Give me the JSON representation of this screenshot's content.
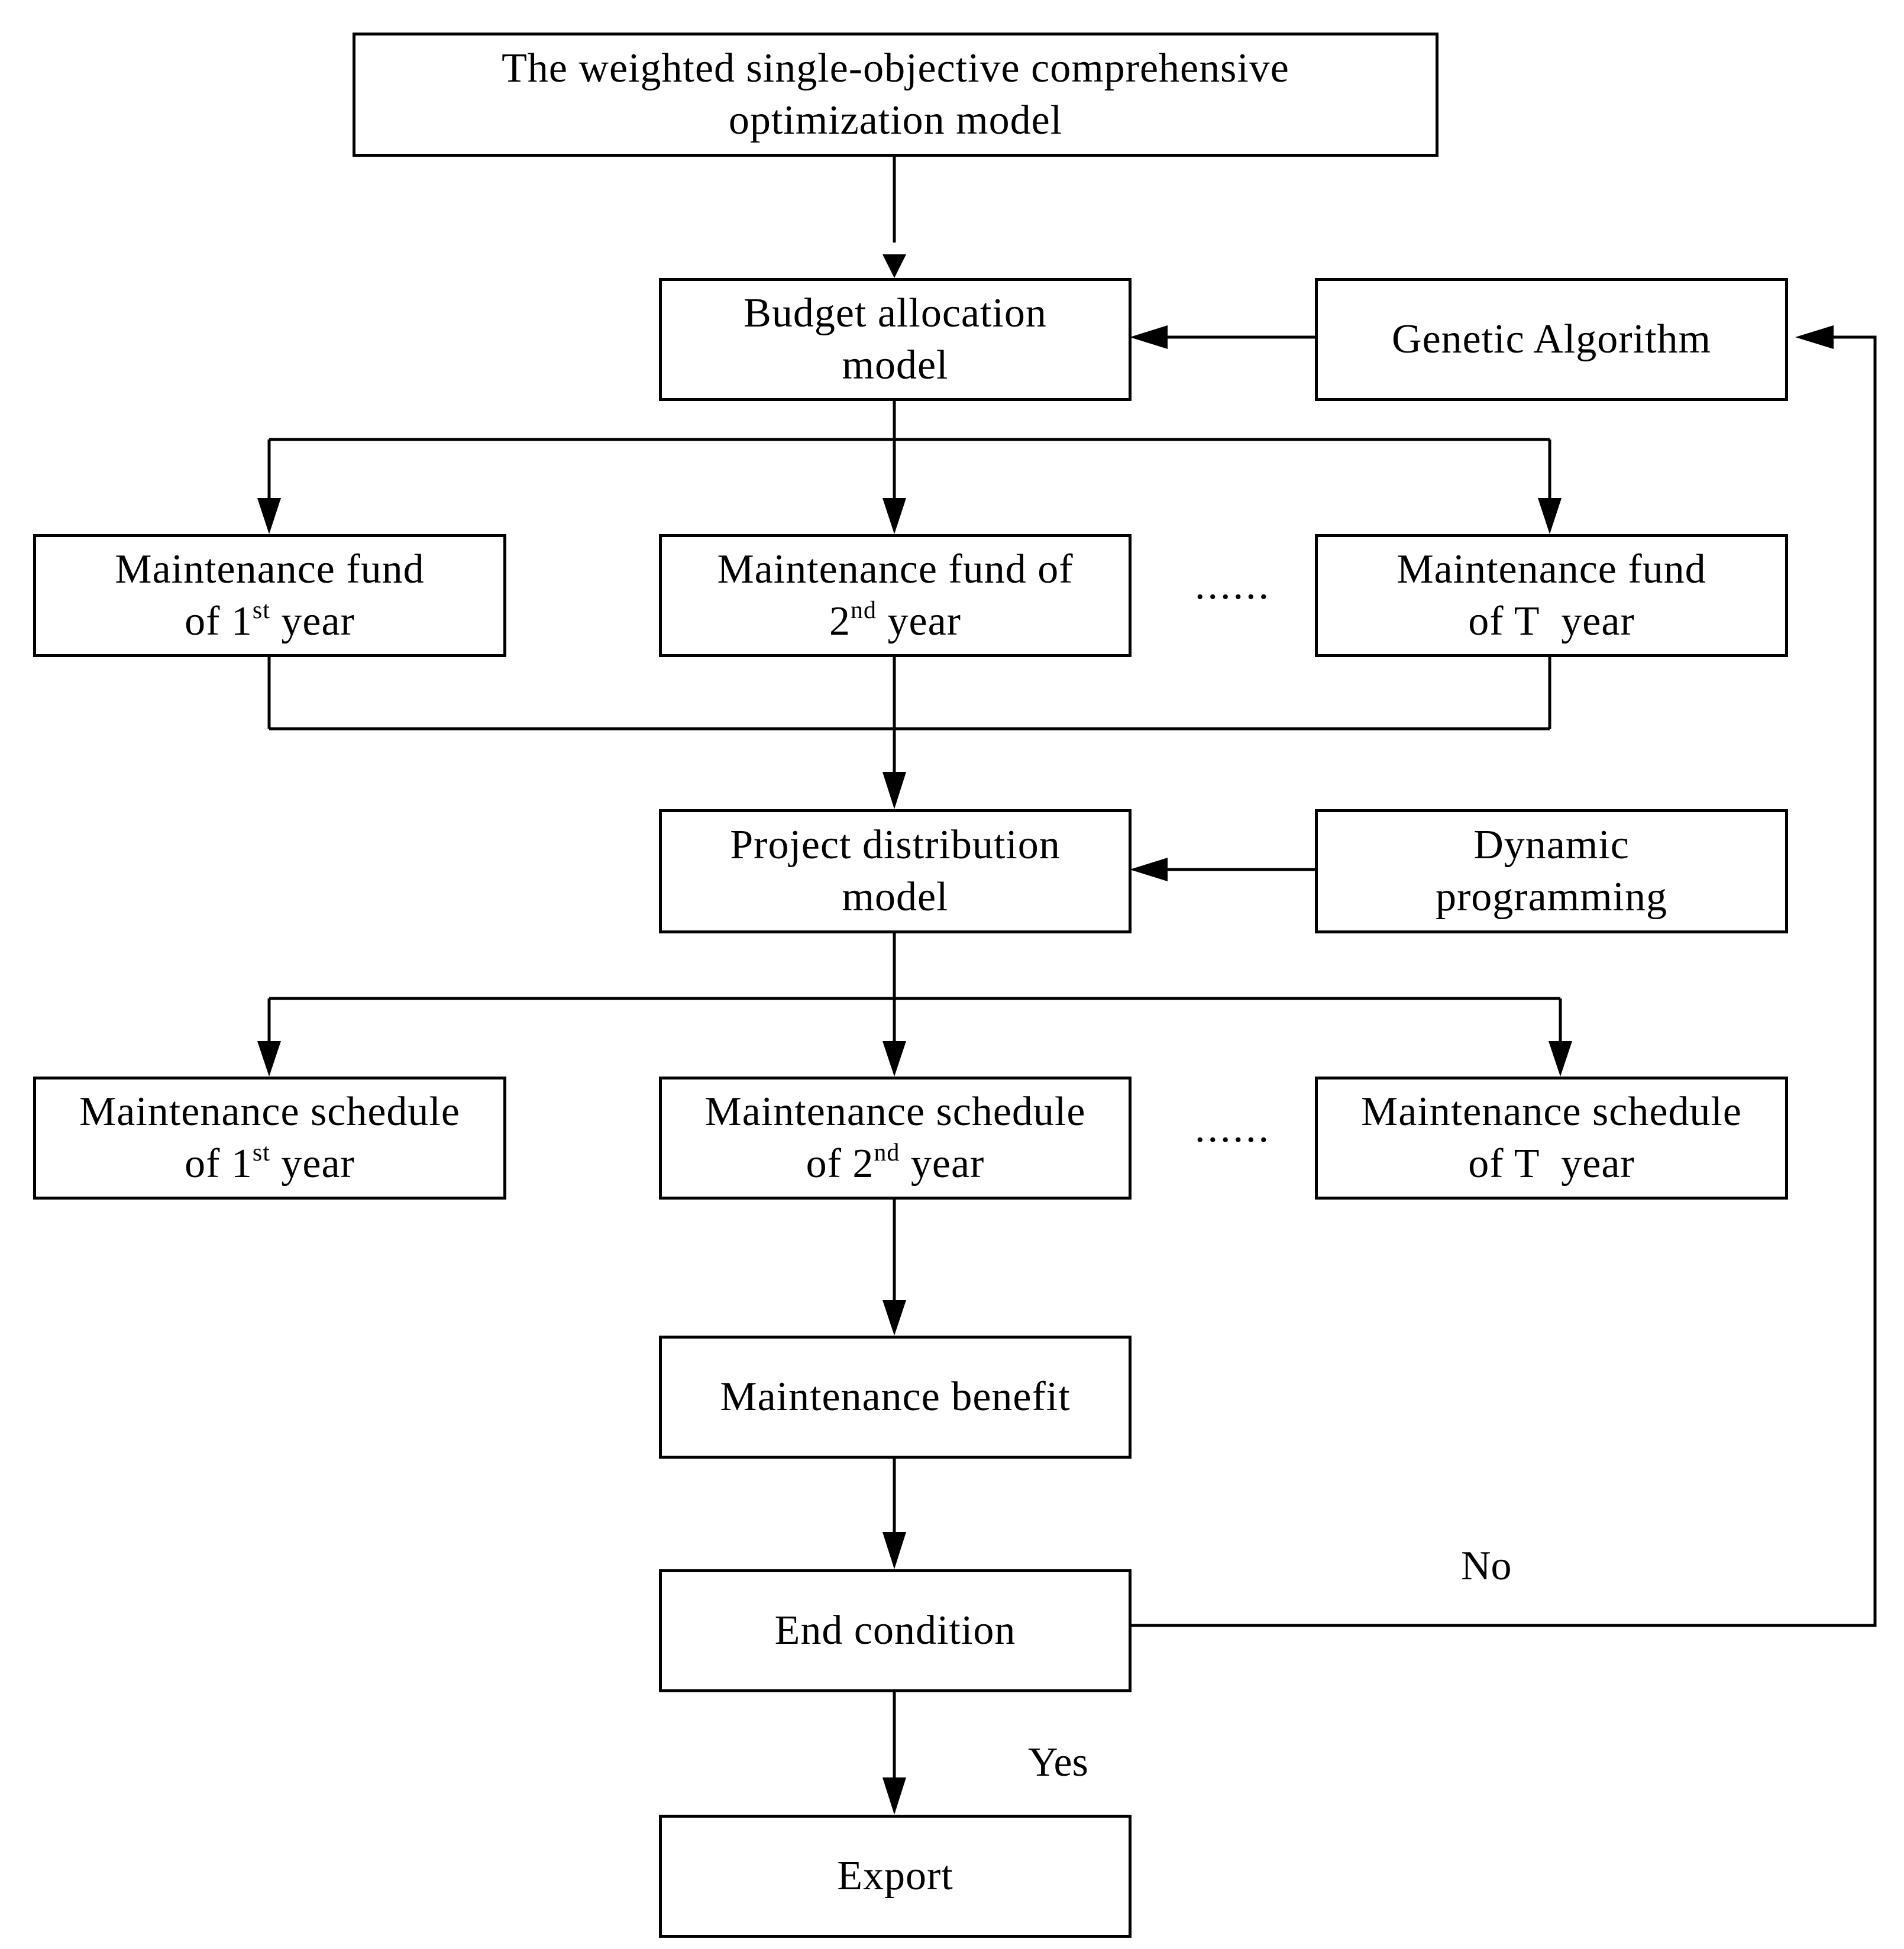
{
  "nodes": {
    "top_model": {
      "line1": "The weighted single-objective comprehensive",
      "line2": "optimization model"
    },
    "budget_allocation": {
      "line1": "Budget allocation",
      "line2": "model"
    },
    "genetic_algorithm": {
      "text": "Genetic Algorithm"
    },
    "fund_year1": {
      "line1": "Maintenance fund",
      "line2_pre": "of 1",
      "line2_sup": "st",
      "line2_post": " year"
    },
    "fund_year2": {
      "line1": "Maintenance fund of",
      "line2_pre": "2",
      "line2_sup": "nd",
      "line2_post": " year"
    },
    "fund_yearT": {
      "line1": "Maintenance fund",
      "line2": "of T  year"
    },
    "project_distribution": {
      "line1": "Project distribution",
      "line2": "model"
    },
    "dynamic_programming": {
      "line1": "Dynamic",
      "line2": "programming"
    },
    "schedule_year1": {
      "line1": "Maintenance schedule",
      "line2_pre": "of 1",
      "line2_sup": "st",
      "line2_post": " year"
    },
    "schedule_year2": {
      "line1": "Maintenance schedule",
      "line2_pre": "of 2",
      "line2_sup": "nd",
      "line2_post": " year"
    },
    "schedule_yearT": {
      "line1": "Maintenance schedule",
      "line2": "of T  year"
    },
    "maintenance_benefit": {
      "text": "Maintenance benefit"
    },
    "end_condition": {
      "text": "End condition"
    },
    "export": {
      "text": "Export"
    }
  },
  "ellipsis": "......",
  "edge_labels": {
    "no": "No",
    "yes": "Yes"
  }
}
